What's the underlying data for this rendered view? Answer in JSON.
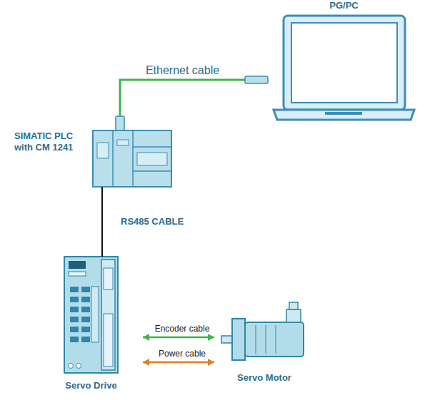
{
  "diagram": {
    "nodes": [
      {
        "text": [
          "PG/PC"
        ]
      },
      {
        "text": [
          "SIMATIC PLC with CM 1241"
        ]
      },
      {
        "text": [
          "Servo Drive"
        ]
      },
      {
        "text": [
          "Servo Motor"
        ]
      }
    ],
    "edges": [
      {
        "from": 1,
        "to": 0,
        "label": "Ethernet cable",
        "arrow": "none"
      },
      {
        "from": 1,
        "to": 2,
        "label": "RS485 CABLE",
        "arrow": "none"
      },
      {
        "from": 2,
        "to": 3,
        "label": "Encoder cable",
        "arrow": "both"
      },
      {
        "from": 2,
        "to": 3,
        "label": "Power cable",
        "arrow": "both"
      }
    ]
  }
}
